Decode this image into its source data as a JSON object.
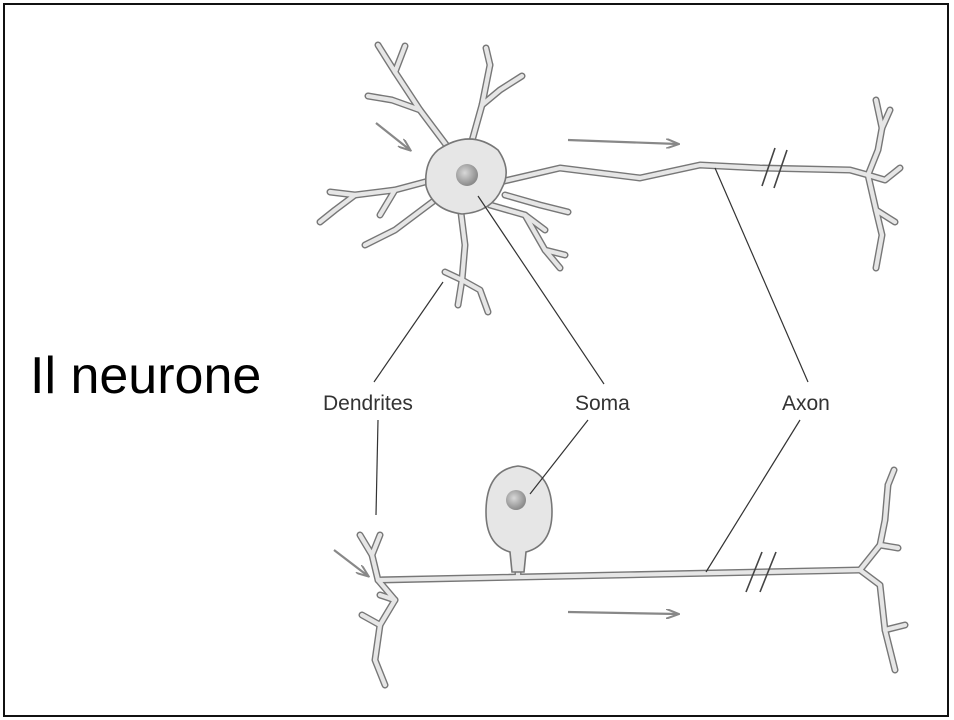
{
  "slide": {
    "title": "Il neurone"
  },
  "diagram": {
    "labels": {
      "dendrites": "Dendrites",
      "soma": "Soma",
      "axon": "Axon"
    },
    "colors": {
      "cell_fill": "#e6e6e6",
      "cell_outline": "#777777",
      "nucleus": "#9a9a9a",
      "leader_line": "#333333",
      "arrow": "#888888"
    },
    "neurons": [
      {
        "name": "multipolar-neuron",
        "position": "top"
      },
      {
        "name": "unipolar-neuron",
        "position": "bottom"
      }
    ]
  }
}
